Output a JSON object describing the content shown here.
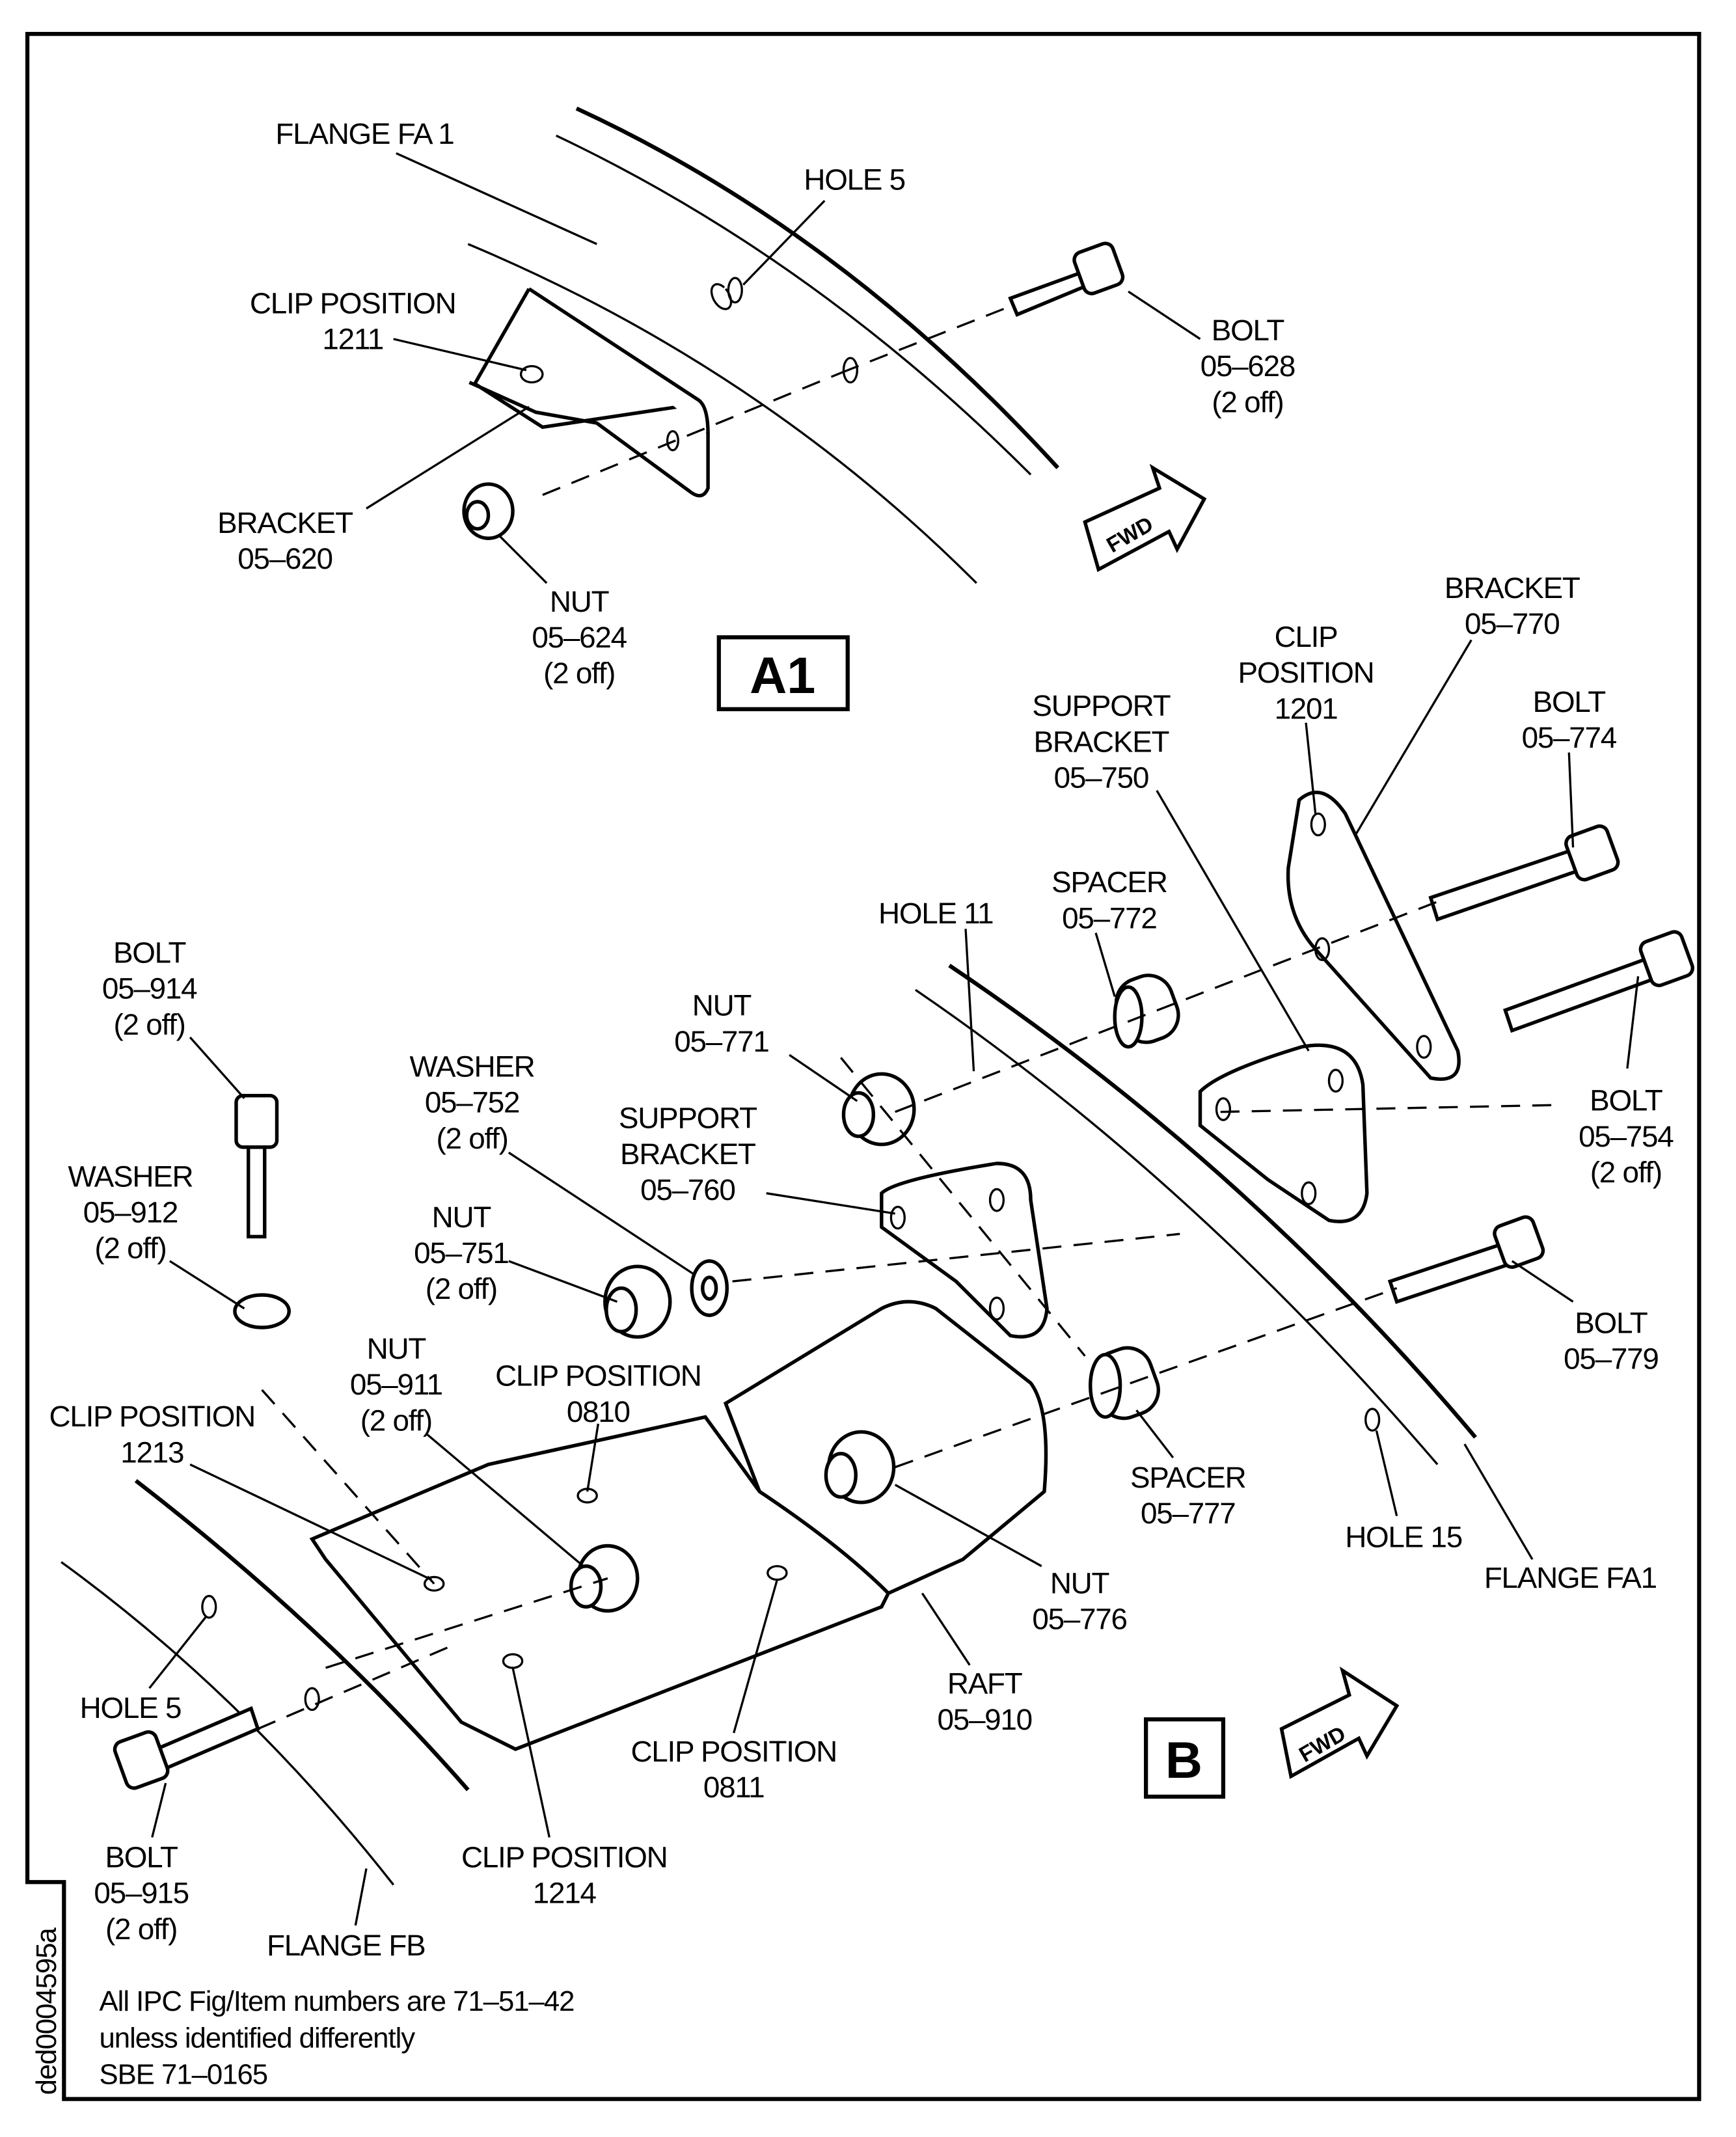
{
  "drawing_id": "ded0004595a",
  "views": {
    "a1": "A1",
    "b": "B",
    "fwd": "FWD"
  },
  "labels": [
    {
      "name": "flange-fa-1-top",
      "lines": [
        "FLANGE FA 1"
      ]
    },
    {
      "name": "hole-5-top",
      "lines": [
        "HOLE 5"
      ]
    },
    {
      "name": "clip-position-1211",
      "lines": [
        "CLIP POSITION",
        "1211"
      ]
    },
    {
      "name": "bolt-05-628",
      "lines": [
        "BOLT",
        "05–628",
        "(2 off)"
      ]
    },
    {
      "name": "bracket-05-620",
      "lines": [
        "BRACKET",
        "05–620"
      ]
    },
    {
      "name": "nut-05-624",
      "lines": [
        "NUT",
        "05–624",
        "(2 off)"
      ]
    },
    {
      "name": "bracket-05-770",
      "lines": [
        "BRACKET",
        "05–770"
      ]
    },
    {
      "name": "clip-position-1201",
      "lines": [
        "CLIP",
        "POSITION",
        "1201"
      ]
    },
    {
      "name": "support-bracket-05-750",
      "lines": [
        "SUPPORT",
        "BRACKET",
        "05–750"
      ]
    },
    {
      "name": "bolt-05-774",
      "lines": [
        "BOLT",
        "05–774"
      ]
    },
    {
      "name": "spacer-05-772",
      "lines": [
        "SPACER",
        "05–772"
      ]
    },
    {
      "name": "hole-11",
      "lines": [
        "HOLE 11"
      ]
    },
    {
      "name": "bolt-05-914",
      "lines": [
        "BOLT",
        "05–914",
        "(2 off)"
      ]
    },
    {
      "name": "nut-05-771",
      "lines": [
        "NUT",
        "05–771"
      ]
    },
    {
      "name": "washer-05-752",
      "lines": [
        "WASHER",
        "05–752",
        "(2 off)"
      ]
    },
    {
      "name": "support-bracket-05-760",
      "lines": [
        "SUPPORT",
        "BRACKET",
        "05–760"
      ]
    },
    {
      "name": "bolt-05-754",
      "lines": [
        "BOLT",
        "05–754",
        "(2 off)"
      ]
    },
    {
      "name": "washer-05-912",
      "lines": [
        "WASHER",
        "05–912",
        "(2 off)"
      ]
    },
    {
      "name": "nut-05-751",
      "lines": [
        "NUT",
        "05–751",
        "(2 off)"
      ]
    },
    {
      "name": "bolt-05-779",
      "lines": [
        "BOLT",
        "05–779"
      ]
    },
    {
      "name": "nut-05-911",
      "lines": [
        "NUT",
        "05–911",
        "(2 off)"
      ]
    },
    {
      "name": "clip-position-0810",
      "lines": [
        "CLIP POSITION",
        "0810"
      ]
    },
    {
      "name": "clip-position-1213",
      "lines": [
        "CLIP POSITION",
        "1213"
      ]
    },
    {
      "name": "spacer-05-777",
      "lines": [
        "SPACER",
        "05–777"
      ]
    },
    {
      "name": "hole-15",
      "lines": [
        "HOLE 15"
      ]
    },
    {
      "name": "flange-fa1-bottom",
      "lines": [
        "FLANGE FA1"
      ]
    },
    {
      "name": "nut-05-776",
      "lines": [
        "NUT",
        "05–776"
      ]
    },
    {
      "name": "raft-05-910",
      "lines": [
        "RAFT",
        "05–910"
      ]
    },
    {
      "name": "hole-5-bottom",
      "lines": [
        "HOLE 5"
      ]
    },
    {
      "name": "clip-position-0811",
      "lines": [
        "CLIP POSITION",
        "0811"
      ]
    },
    {
      "name": "bolt-05-915",
      "lines": [
        "BOLT",
        "05–915",
        "(2 off)"
      ]
    },
    {
      "name": "clip-position-1214",
      "lines": [
        "CLIP POSITION",
        "1214"
      ]
    },
    {
      "name": "flange-fb",
      "lines": [
        "FLANGE FB"
      ]
    }
  ],
  "note": {
    "lines": [
      "All IPC Fig/Item numbers are 71–51–42",
      "unless identified differently",
      "SBE 71–0165"
    ]
  }
}
